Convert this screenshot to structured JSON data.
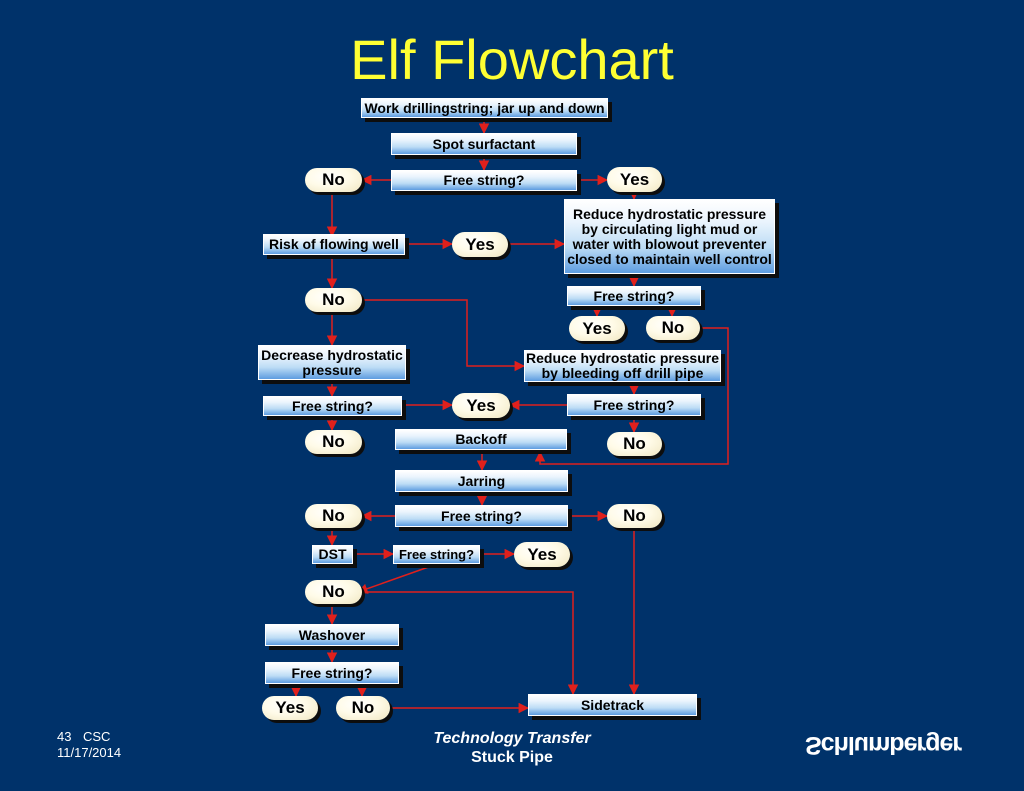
{
  "title": "Elf Flowchart",
  "nodes": {
    "work": "Work drillingstring; jar up and down",
    "spot": "Spot surfactant",
    "free1": "Free string?",
    "no1": "No",
    "yes1": "Yes",
    "reduce_circ": "Reduce hydrostatic pressure\nby circulating light mud or\nwater with blowout preventer\nclosed to maintain well control",
    "risk": "Risk of flowing well",
    "yes2": "Yes",
    "free2": "Free string?",
    "no2": "No",
    "yes3": "Yes",
    "no3": "No",
    "decrease": "Decrease hydrostatic\npressure",
    "reduce_bleed": "Reduce hydrostatic pressure\nby bleeding off drill pipe",
    "free3": "Free string?",
    "yes4": "Yes",
    "free4": "Free string?",
    "no4": "No",
    "backoff": "Backoff",
    "no5": "No",
    "jarring": "Jarring",
    "no6": "No",
    "free5": "Free string?",
    "no7": "No",
    "dst": "DST",
    "free6": "Free string?",
    "yes5": "Yes",
    "no8": "No",
    "washover": "Washover",
    "free7": "Free string?",
    "yes6": "Yes",
    "no9": "No",
    "sidetrack": "Sidetrack"
  },
  "footer": {
    "slide_number": "43",
    "slide_label": "CSC",
    "date": "11/17/2014",
    "line1": "Technology Transfer",
    "line2": "Stuck Pipe",
    "logo": "Schlumberger"
  },
  "colors": {
    "background": "#00326a",
    "title": "#ffff33",
    "connector": "#e0201c"
  }
}
